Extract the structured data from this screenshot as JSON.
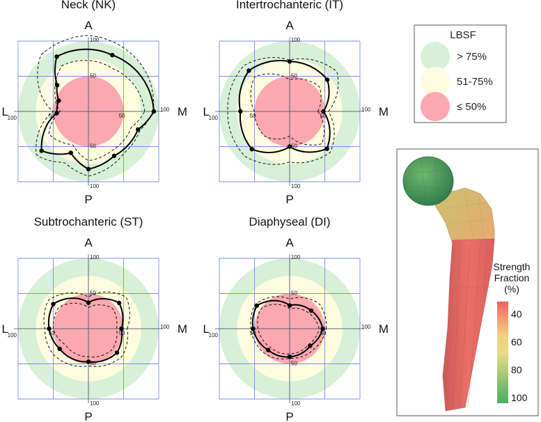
{
  "legend": {
    "title": "LBSF",
    "items": [
      {
        "label": "> 75%",
        "color": "#d8f0d8"
      },
      {
        "label": "51-75%",
        "color": "#fefce0"
      },
      {
        "label": "≤ 50%",
        "color": "#fba8b0"
      }
    ]
  },
  "colorbar": {
    "title_lines": [
      "Strength",
      "Fraction",
      "(%)"
    ],
    "ticks": [
      "40",
      "60",
      "80",
      "100"
    ],
    "stops": [
      "#ee6462",
      "#f49a72",
      "#f6cf80",
      "#e6dc86",
      "#b7cd7c",
      "#7cbc6e",
      "#4fad62"
    ]
  },
  "chart_data": [
    {
      "type": "polar",
      "title": "Neck (NK)",
      "directions": {
        "top": "A",
        "bottom": "P",
        "left": "L",
        "right": "M"
      },
      "tick_labels": {
        "inner": "50",
        "outer": "100"
      },
      "zones": [
        {
          "range": [
            75,
            100
          ],
          "label": "> 75%"
        },
        {
          "range": [
            50,
            75
          ],
          "label": "51-75%"
        },
        {
          "range": [
            0,
            50
          ],
          "label": "≤ 50%"
        }
      ],
      "solid_points": [
        [
          0,
          93
        ],
        [
          67,
          87
        ],
        [
          120,
          90
        ],
        [
          140,
          58
        ],
        [
          160,
          45
        ],
        [
          183,
          45
        ],
        [
          220,
          87
        ],
        [
          247,
          64
        ],
        [
          270,
          82
        ],
        [
          300,
          73
        ],
        [
          340,
          75
        ]
      ],
      "dashed_outer": [
        [
          0,
          92
        ],
        [
          40,
          100
        ],
        [
          90,
          108
        ],
        [
          130,
          105
        ],
        [
          180,
          50
        ],
        [
          220,
          97
        ],
        [
          245,
          80
        ],
        [
          270,
          92
        ],
        [
          310,
          78
        ],
        [
          340,
          78
        ]
      ],
      "dashed_inner": [
        [
          0,
          80
        ],
        [
          60,
          70
        ],
        [
          120,
          75
        ],
        [
          150,
          55
        ],
        [
          180,
          40
        ],
        [
          210,
          65
        ],
        [
          245,
          52
        ],
        [
          270,
          70
        ],
        [
          300,
          65
        ],
        [
          340,
          65
        ]
      ]
    },
    {
      "type": "polar",
      "title": "Intertrochanteric (IT)",
      "directions": {
        "top": "A",
        "bottom": "P",
        "left": "L",
        "right": "M"
      },
      "tick_labels": {
        "inner": "50",
        "outer": "100"
      },
      "zones": [
        {
          "range": [
            75,
            100
          ],
          "label": "> 75%"
        },
        {
          "range": [
            50,
            75
          ],
          "label": "51-75%"
        },
        {
          "range": [
            0,
            50
          ],
          "label": "≤ 50%"
        }
      ],
      "solid_points": [
        [
          0,
          48
        ],
        [
          40,
          70
        ],
        [
          90,
          71
        ],
        [
          135,
          82
        ],
        [
          180,
          70
        ],
        [
          225,
          76
        ],
        [
          270,
          50
        ],
        [
          315,
          75
        ]
      ],
      "dashed_outer": [
        [
          0,
          55
        ],
        [
          40,
          88
        ],
        [
          90,
          73
        ],
        [
          135,
          92
        ],
        [
          180,
          88
        ],
        [
          225,
          90
        ],
        [
          270,
          72
        ],
        [
          315,
          82
        ]
      ],
      "dashed_inner": [
        [
          0,
          40
        ],
        [
          40,
          55
        ],
        [
          90,
          45
        ],
        [
          135,
          70
        ],
        [
          180,
          50
        ],
        [
          225,
          50
        ],
        [
          270,
          35
        ],
        [
          315,
          65
        ]
      ]
    },
    {
      "type": "polar",
      "title": "Subtrochanteric (ST)",
      "directions": {
        "top": "A",
        "bottom": "P",
        "left": "L",
        "right": "M"
      },
      "tick_labels": {
        "inner": "50",
        "outer": "100"
      },
      "zones": [
        {
          "range": [
            75,
            100
          ],
          "label": "> 75%"
        },
        {
          "range": [
            50,
            75
          ],
          "label": "51-75%"
        },
        {
          "range": [
            0,
            50
          ],
          "label": "≤ 50%"
        }
      ],
      "solid_points": [
        [
          0,
          47
        ],
        [
          40,
          57
        ],
        [
          90,
          37
        ],
        [
          145,
          61
        ],
        [
          180,
          56
        ],
        [
          215,
          50
        ],
        [
          270,
          47
        ],
        [
          320,
          53
        ]
      ],
      "dashed_outer": [
        [
          0,
          55
        ],
        [
          40,
          70
        ],
        [
          90,
          45
        ],
        [
          145,
          70
        ],
        [
          180,
          62
        ],
        [
          215,
          62
        ],
        [
          270,
          53
        ],
        [
          320,
          62
        ]
      ],
      "dashed_inner": [
        [
          0,
          40
        ],
        [
          40,
          45
        ],
        [
          90,
          30
        ],
        [
          145,
          52
        ],
        [
          180,
          50
        ],
        [
          215,
          40
        ],
        [
          270,
          40
        ],
        [
          320,
          45
        ]
      ]
    },
    {
      "type": "polar",
      "title": "Diaphyseal (DI)",
      "directions": {
        "top": "A",
        "bottom": "P",
        "left": "L",
        "right": "M"
      },
      "tick_labels": {
        "inner": "50",
        "outer": "100"
      },
      "zones": [
        {
          "range": [
            75,
            100
          ],
          "label": "> 75%"
        },
        {
          "range": [
            50,
            75
          ],
          "label": "51-75%"
        },
        {
          "range": [
            0,
            50
          ],
          "label": "≤ 50%"
        }
      ],
      "solid_points": [
        [
          0,
          47
        ],
        [
          40,
          40
        ],
        [
          90,
          33
        ],
        [
          145,
          57
        ],
        [
          180,
          52
        ],
        [
          225,
          43
        ],
        [
          270,
          40
        ],
        [
          320,
          38
        ]
      ],
      "dashed_outer": [
        [
          0,
          52
        ],
        [
          40,
          55
        ],
        [
          90,
          42
        ],
        [
          145,
          60
        ],
        [
          180,
          55
        ],
        [
          225,
          50
        ],
        [
          270,
          42
        ],
        [
          320,
          45
        ]
      ],
      "dashed_inner": [
        [
          0,
          42
        ],
        [
          40,
          35
        ],
        [
          90,
          28
        ],
        [
          145,
          50
        ],
        [
          180,
          45
        ],
        [
          225,
          38
        ],
        [
          270,
          36
        ],
        [
          320,
          35
        ]
      ]
    }
  ]
}
